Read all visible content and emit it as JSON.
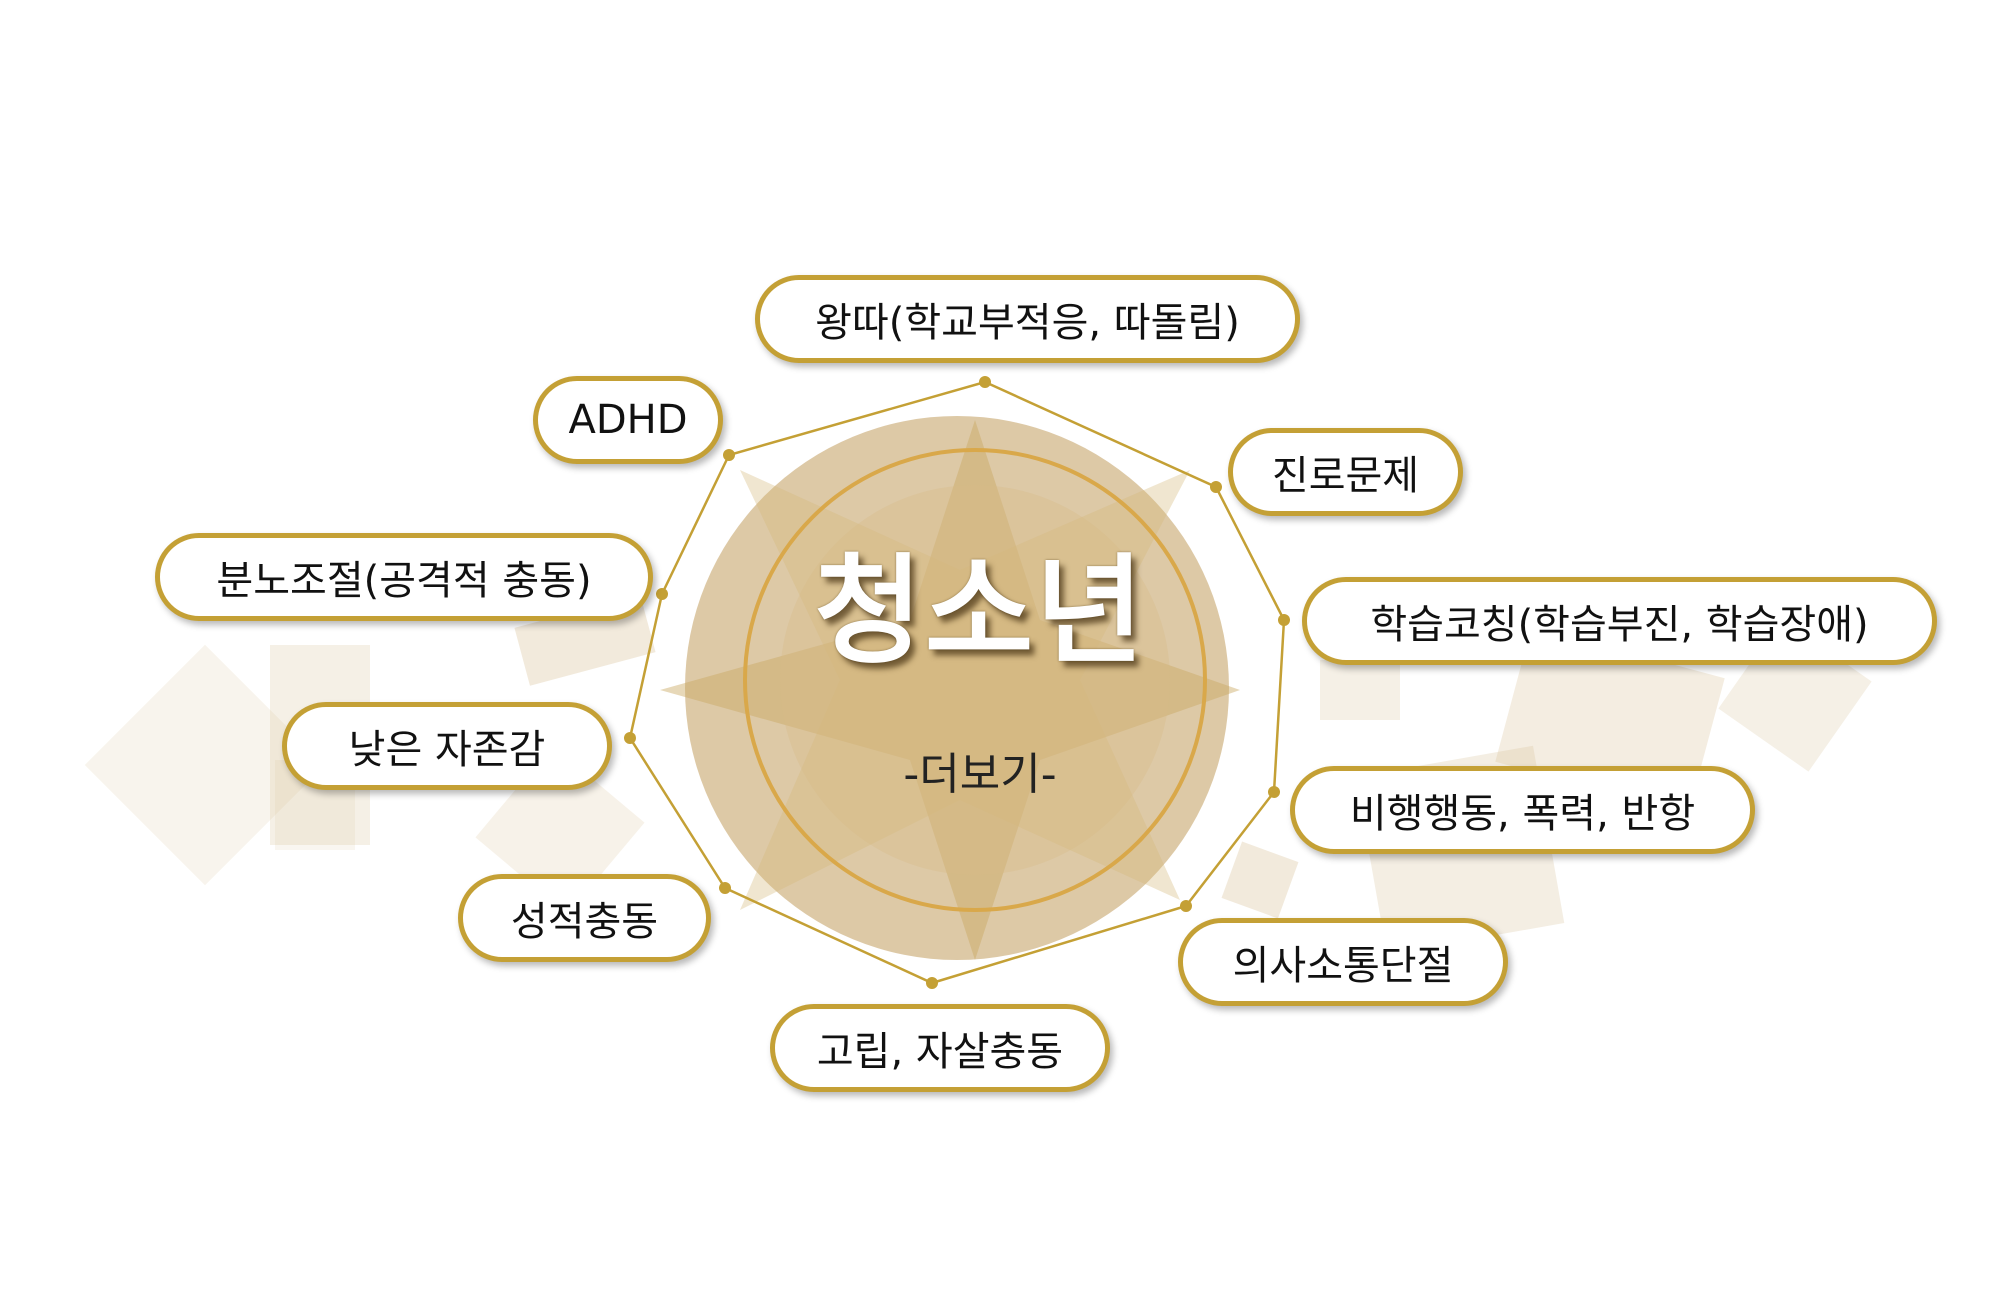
{
  "center": {
    "title": "청소년",
    "more_link": "-더보기-"
  },
  "topics": [
    {
      "id": "bullying",
      "label": "왕따(학교부적응, 따돌림)"
    },
    {
      "id": "career",
      "label": "진로문제"
    },
    {
      "id": "learning",
      "label": "학습코칭(학습부진, 학습장애)"
    },
    {
      "id": "delinquency",
      "label": "비행행동, 폭력, 반항"
    },
    {
      "id": "communication",
      "label": "의사소통단절"
    },
    {
      "id": "isolation",
      "label": "고립, 자살충동"
    },
    {
      "id": "sexual",
      "label": "성적충동"
    },
    {
      "id": "self-esteem",
      "label": "낮은 자존감"
    },
    {
      "id": "anger",
      "label": "분노조절(공격적 충동)"
    },
    {
      "id": "adhd",
      "label": "ADHD"
    }
  ],
  "colors": {
    "accent": "#c4a035",
    "tan": "#d9c39a",
    "background": "#ffffff"
  }
}
